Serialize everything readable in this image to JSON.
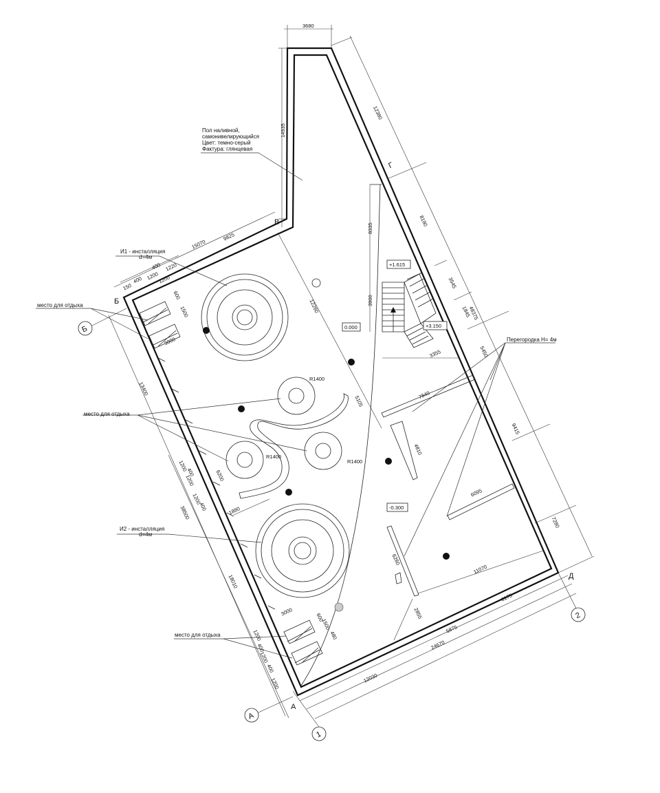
{
  "notes": {
    "floor": [
      "Пол наливной,",
      "самонивелирующийся",
      "Цвет: темно-серый",
      "Фактура: глянцевая"
    ],
    "i1": [
      "И1 - инсталляция",
      "d=4м"
    ],
    "i2": [
      "И2 - инсталляция",
      "d=4м"
    ],
    "rest1": "место для отдыха",
    "rest2": "место для отдыха",
    "rest3": "место для отдыха",
    "partition": "Перегородка H= 4м"
  },
  "levels": {
    "l1615": "+1.615",
    "l3150": "+3.150",
    "l0000": "0.000",
    "l0300": "-0.300"
  },
  "radii": {
    "r1": "R1400",
    "r2": "R1400",
    "r3": "R1400"
  },
  "axes": {
    "a": "А",
    "a2": "А",
    "b": "Б",
    "b2": "Б",
    "v": "В",
    "g": "Г",
    "d": "Д",
    "one": "1",
    "two": "2"
  },
  "dims": {
    "d3680": "3680",
    "d14935": "14935",
    "d12380": "12380",
    "d8190": "8190",
    "d3545": "3545",
    "d1845": "1845",
    "d5450": "5450",
    "d9415": "9415",
    "d7280": "7280",
    "d48375": "48375",
    "d15070": "15070",
    "d9825": "9825",
    "d1220": "1220",
    "d400a": "400",
    "d400b": "400",
    "d1200a": "1200",
    "d1200b": "1200",
    "d150": "150",
    "d1500a": "1500",
    "d600a": "600",
    "d3000a": "3000",
    "d13400": "13400",
    "d12260": "12260",
    "d8335": "8335",
    "d3900": "3900",
    "d3355": "3355",
    "d7840": "7840",
    "d5105": "5105",
    "d4810": "4810",
    "d6095": "6095",
    "d6260": "6260",
    "d11070": "11070",
    "d2855": "2855",
    "d6175": "6175",
    "d5875": "5875",
    "d24670": "24670",
    "d12030": "12030",
    "d3000b": "3000",
    "d1500b": "1500",
    "d600b": "600",
    "d480": "480",
    "d1880": "1880",
    "d6200": "6200",
    "d38500": "38500",
    "d18010": "18010",
    "c1200a": "1200",
    "c1200b": "1200",
    "c1200c": "1200",
    "c400a": "400",
    "c400b": "400",
    "e1200a": "1200",
    "e1200b": "1200",
    "e1200c": "1200",
    "e400a": "400",
    "e400b": "400"
  }
}
